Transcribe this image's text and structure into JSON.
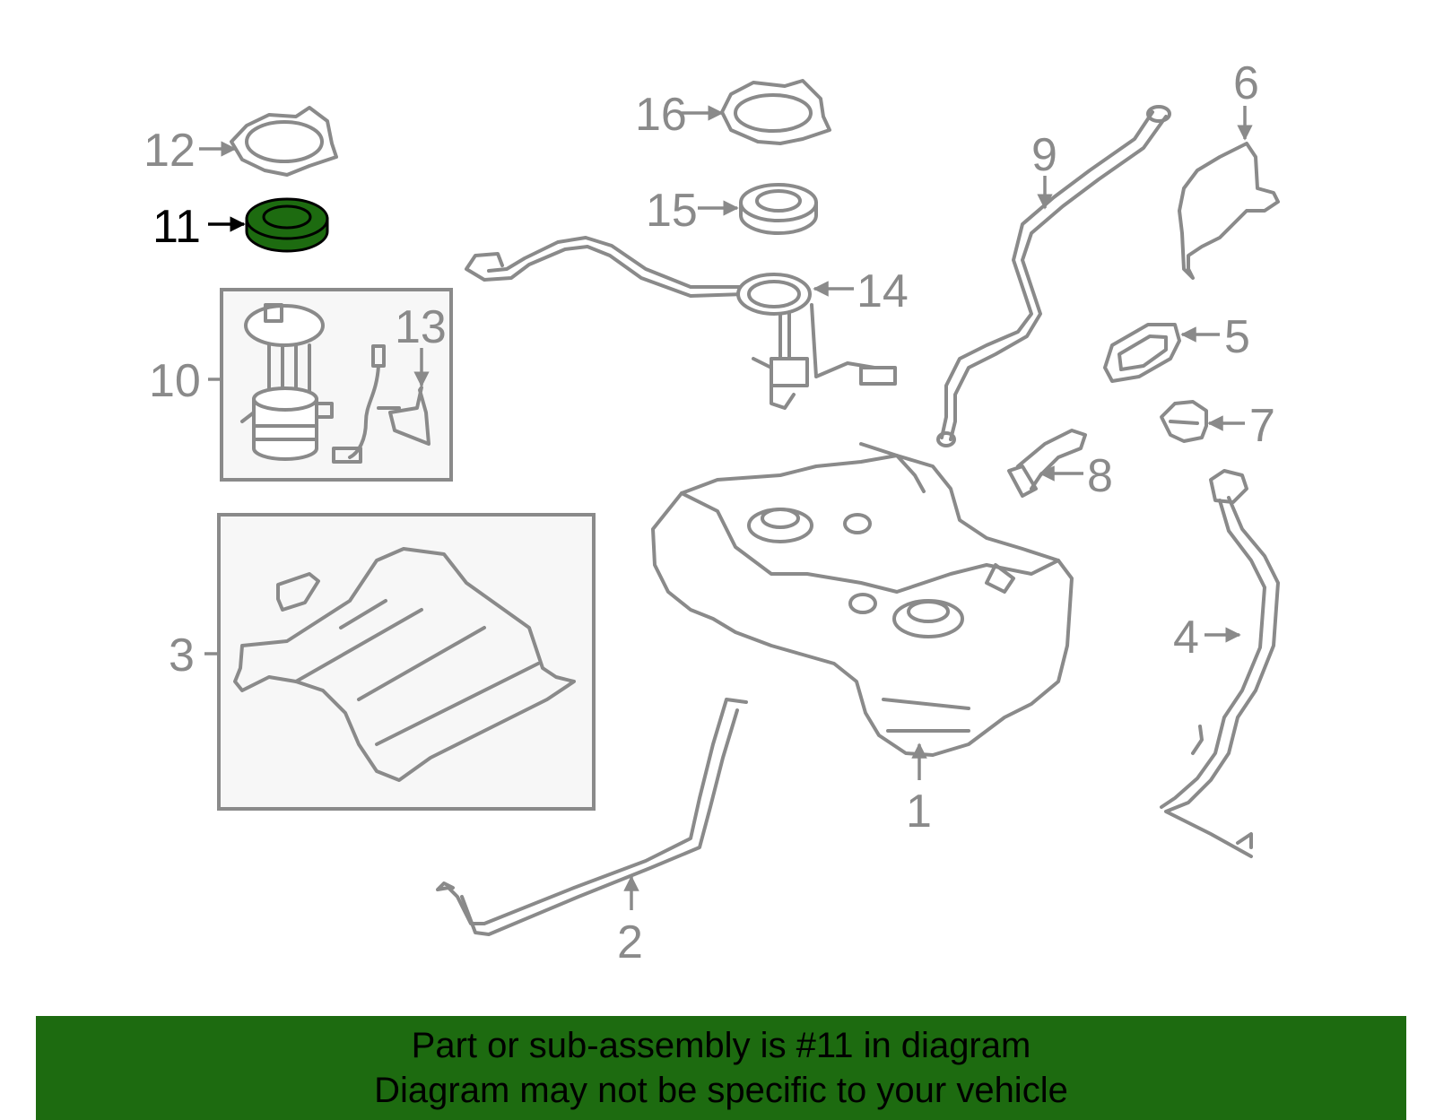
{
  "diagram": {
    "highlighted_part": "11",
    "highlight_color": "#1d6b10",
    "callouts": [
      {
        "id": "c1",
        "text": "1"
      },
      {
        "id": "c2",
        "text": "2"
      },
      {
        "id": "c3",
        "text": "3"
      },
      {
        "id": "c4",
        "text": "4"
      },
      {
        "id": "c5",
        "text": "5"
      },
      {
        "id": "c6",
        "text": "6"
      },
      {
        "id": "c7",
        "text": "7"
      },
      {
        "id": "c8",
        "text": "8"
      },
      {
        "id": "c9",
        "text": "9"
      },
      {
        "id": "c10",
        "text": "10"
      },
      {
        "id": "c11",
        "text": "11"
      },
      {
        "id": "c12",
        "text": "12"
      },
      {
        "id": "c13",
        "text": "13"
      },
      {
        "id": "c14",
        "text": "14"
      },
      {
        "id": "c15",
        "text": "15"
      },
      {
        "id": "c16",
        "text": "16"
      }
    ]
  },
  "banner": {
    "line1": "Part or sub-assembly is #11 in diagram",
    "line2": "Diagram may not be specific to your vehicle",
    "background": "#1d6b10"
  }
}
